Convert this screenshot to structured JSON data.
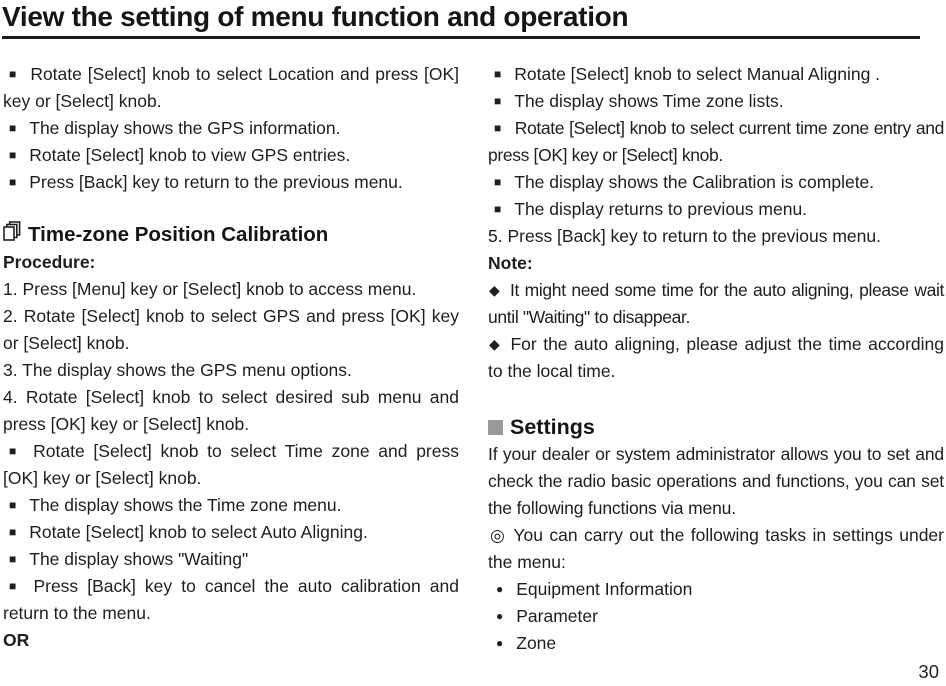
{
  "glyphs": {
    "square_bullet": "■",
    "diamond_bullet": "◆",
    "dot_bullet": "●",
    "double_circle_bullet": "◎"
  },
  "header": {
    "title": "View the setting of menu function and operation"
  },
  "footer": {
    "page_number": "30"
  },
  "left": {
    "gps_bullets": [
      "Rotate [Select] knob to select Location and press [OK] key or [Select] knob.",
      "The display shows the GPS information.",
      "Rotate [Select] knob to view GPS entries.",
      "Press [Back] key to return to the previous menu."
    ],
    "section_heading": "Time-zone Position Calibration",
    "procedure_label": "Procedure:",
    "steps": [
      "1. Press [Menu] key or [Select] knob to access menu.",
      "2. Rotate [Select] knob to select GPS and press [OK] key or [Select] knob.",
      "3. The display shows the GPS menu options.",
      "4. Rotate [Select] knob to select desired sub menu and press [OK] key or [Select] knob."
    ],
    "timezone_bullets": [
      "Rotate [Select] knob to select Time zone and press [OK] key or [Select] knob.",
      "The display shows the Time zone menu.",
      "Rotate [Select] knob to select Auto Aligning.",
      "The display shows \"Waiting\"",
      "Press [Back] key to cancel the auto calibration and return to the menu."
    ],
    "or_label": "OR"
  },
  "right": {
    "manual_bullets": [
      "Rotate [Select] knob to select Manual Aligning .",
      "The display shows Time zone lists.",
      "Rotate [Select] knob to select current time zone entry and press [OK] key or [Select] knob.",
      "The display shows the Calibration is complete.",
      "The display returns to previous menu."
    ],
    "step5": "5. Press [Back] key to return to the previous menu.",
    "note_label": "Note:",
    "notes": [
      "It might need some time for the auto aligning, please wait until \"Waiting\" to disappear.",
      "For the auto aligning, please adjust the time according to the local time."
    ],
    "settings_heading": "Settings",
    "settings_intro": "If your dealer or system administrator allows you to set and check the radio basic operations and functions, you can set the following functions via menu.",
    "tasks_intro": "You can carry out the following tasks in settings under the menu:",
    "settings_items": [
      "Equipment Information",
      "Parameter",
      "Zone"
    ]
  }
}
